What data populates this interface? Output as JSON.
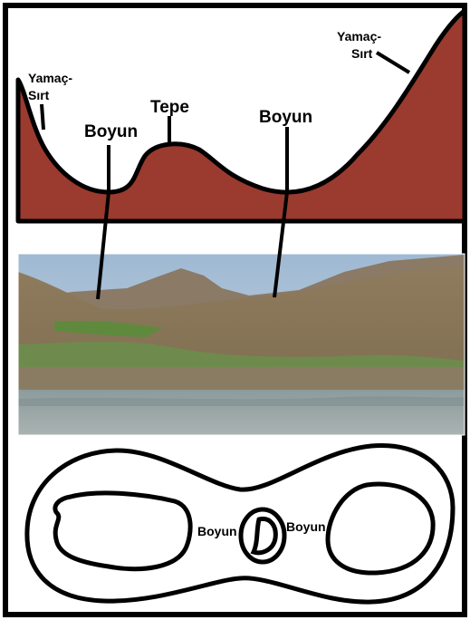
{
  "profile": {
    "left_ridge_line1": "Yamaç-",
    "left_ridge_line2": "Sırt",
    "right_ridge_line1": "Yamaç-",
    "right_ridge_line2": "Sırt",
    "peak_label": "Tepe",
    "left_saddle_label": "Boyun",
    "right_saddle_label": "Boyun",
    "terrain_color": "#9b3a2e"
  },
  "photo": {
    "sky_color": "#aec3d8",
    "water_color": "#9aa8a8"
  },
  "contour": {
    "left_saddle_label": "Boyun",
    "right_saddle_label": "Boyun"
  }
}
